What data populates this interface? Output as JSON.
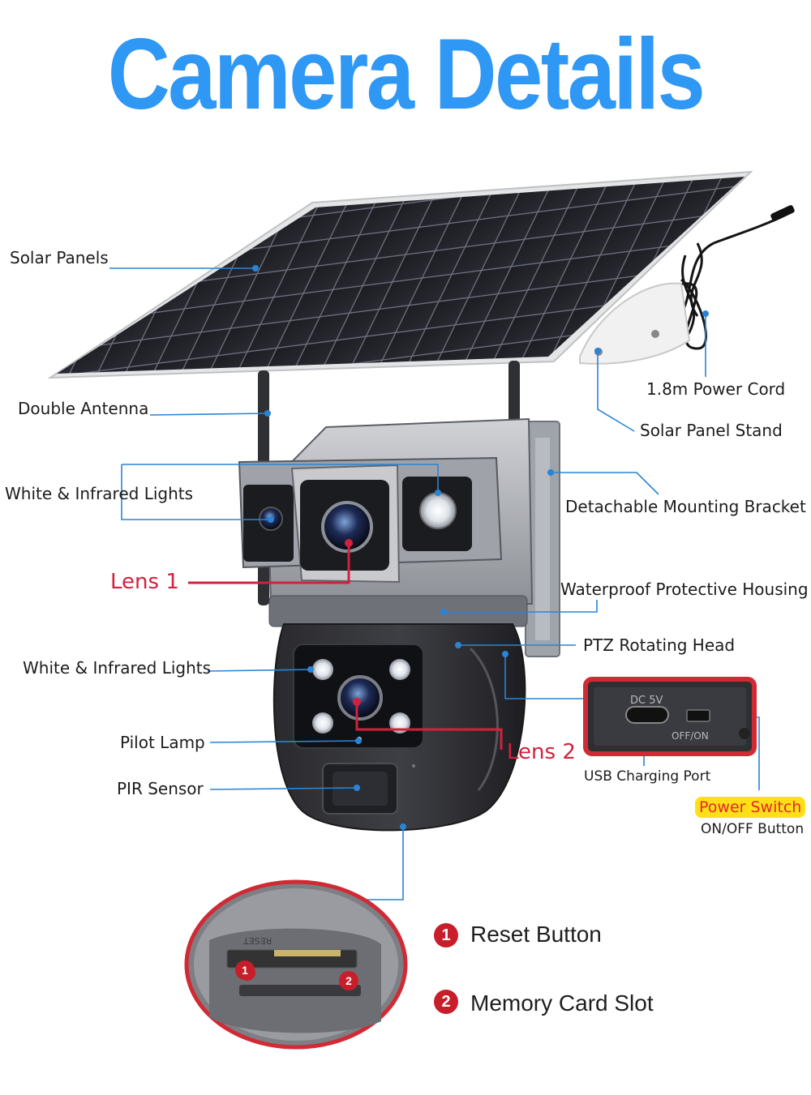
{
  "title": "Camera Details",
  "labels": {
    "solar_panels": "Solar Panels",
    "double_antenna": "Double Antenna",
    "power_cord": "1.8m Power Cord",
    "solar_panel_stand": "Solar Panel Stand",
    "white_ir_lights_top": "White & Infrared Lights",
    "mounting_bracket": "Detachable Mounting Bracket",
    "lens1": "Lens 1",
    "housing": "Waterproof Protective Housing",
    "ptz_head": "PTZ Rotating Head",
    "white_ir_lights_bottom": "White & Infrared Lights",
    "pilot_lamp": "Pilot Lamp",
    "lens2": "Lens 2",
    "pir_sensor": "PIR Sensor",
    "usb_port": "USB Charging Port",
    "power_switch": "Power Switch",
    "on_off_button": "ON/OFF Button",
    "dc_5v": "DC 5V",
    "off_on": "OFF/ON",
    "reset_marking": "RESET"
  },
  "callouts": [
    {
      "number": "1",
      "label": "Reset Button"
    },
    {
      "number": "2",
      "label": "Memory Card Slot"
    }
  ],
  "colors": {
    "title": "#2f97f4",
    "leader_line": "#2a84d6",
    "lens_accent": "#d3213c",
    "inset_border": "#d02a34",
    "highlight": "#ffe017"
  }
}
